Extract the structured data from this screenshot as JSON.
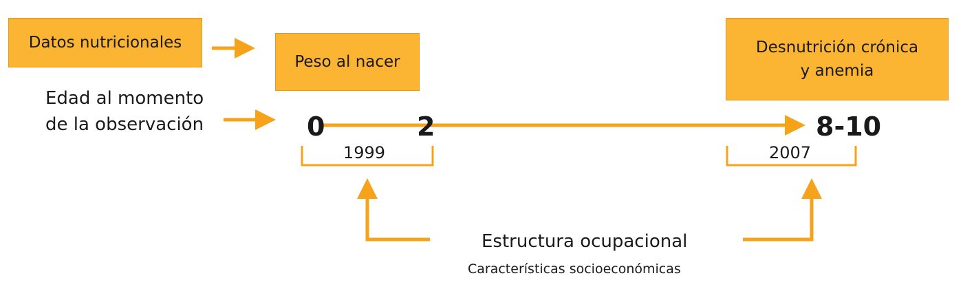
{
  "boxes": {
    "nutrition_data": "Datos nutricionales",
    "birth_weight": "Peso al nacer",
    "chronic_malnutrition_line1": "Desnutrición crónica",
    "chronic_malnutrition_line2": "y anemia"
  },
  "age_label": {
    "line1": "Edad al momento",
    "line2": "de la observación"
  },
  "timeline": {
    "age_start": "0",
    "age_mid": "2",
    "age_end": "8-10",
    "year_first": "1999",
    "year_second": "2007"
  },
  "factors": {
    "primary": "Estructura ocupacional",
    "secondary": "Características socioeconómicas"
  },
  "colors": {
    "box_fill": "#fbb533",
    "box_border": "#e8951b",
    "arrow": "#f7a21b",
    "text": "#1a1a1a"
  }
}
